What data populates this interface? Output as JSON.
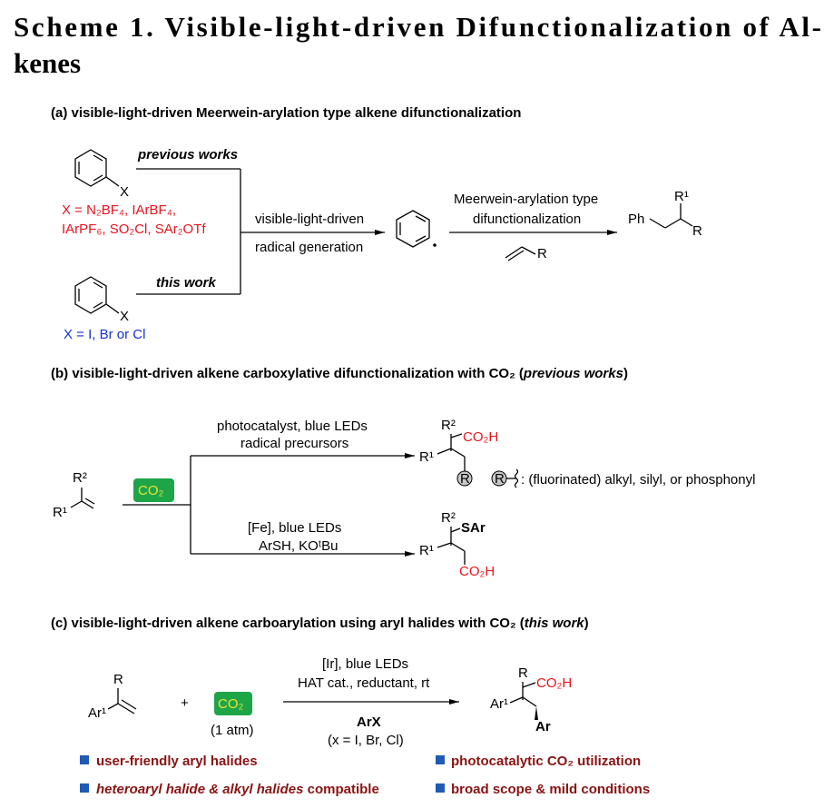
{
  "title": {
    "line1": "Scheme 1. Visible-light-driven Difunctionalization of Al-",
    "line2": "kenes"
  },
  "a": {
    "header": "(a) visible-light-driven  Meerwein-arylation type alkene difunctionalization",
    "previous_works": "previous works",
    "this_work": "this work",
    "atom_x": "X",
    "x_red_line1": "X = N₂BF₄, IArBF₄,",
    "x_red_line2": "IArPF₆, SO₂Cl, SAr₂OTf",
    "x_blue": "X = I, Br or Cl",
    "arrow1_top": "visible-light-driven",
    "arrow1_bottom": "radical generation",
    "arrow2_top1": "Meerwein-arylation  type",
    "arrow2_top2": "difunctionalization",
    "reagent_r": "R",
    "product_ph": "Ph",
    "product_r1": "R¹",
    "product_r": "R"
  },
  "b": {
    "header": "(b) visible-light-driven  alkene carboxylative difunctionalization  with CO₂ (previous works)",
    "header_main": "(b) visible-light-driven  alkene carboxylative difunctionalization  with CO₂ (",
    "header_italic": "previous works",
    "header_close": ")",
    "alkene_r2": "R²",
    "alkene_r1": "R¹",
    "co2": "CO₂",
    "upper_line1": "photocatalyst, blue LEDs",
    "upper_line2": "radical precursors",
    "upper_r2": "R²",
    "upper_co2h": "CO₂H",
    "upper_r1": "R¹",
    "r_circle": "R",
    "r_definition": ": (fluorinated) alkyl, silyl, or phosphonyl",
    "lower_line1": "[Fe], blue LEDs",
    "lower_line2": "ArSH, KOᵗBu",
    "lower_r2": "R²",
    "lower_sar": "SAr",
    "lower_r1": "R¹",
    "lower_co2h": "CO₂H"
  },
  "c": {
    "header": "(c) visible-light-driven  alkene carboarylation using aryl halides with CO₂ (this work)",
    "header_main": "(c) visible-light-driven  alkene carboarylation using aryl halides with CO₂ (",
    "header_italic": "this work",
    "header_close": ")",
    "sub_r": "R",
    "sub_ar1": "Ar¹",
    "plus": "+",
    "co2": "CO₂",
    "co2_pressure": "(1 atm)",
    "cond1": "[Ir], blue LEDs",
    "cond2": "HAT cat., reductant, rt",
    "below1": "ArX",
    "below2": "(x = I, Br, Cl)",
    "prod_r": "R",
    "prod_co2h": "CO₂H",
    "prod_ar1": "Ar¹",
    "prod_ar": "Ar",
    "bullets": [
      "user-friendly  aryl halides",
      "photocatalytic CO₂ utilization",
      "heteroaryl halide & alkyl halides compatible",
      "broad scope & mild conditions"
    ],
    "bullet3_italic": "heteroaryl halide & alkyl halides",
    "bullet3_rest": " compatible"
  },
  "colors": {
    "red": "#e8141d",
    "blue": "#1630d8",
    "green": "#1da548",
    "bullet": "#1f5bb5",
    "maroon": "#8a1313"
  }
}
